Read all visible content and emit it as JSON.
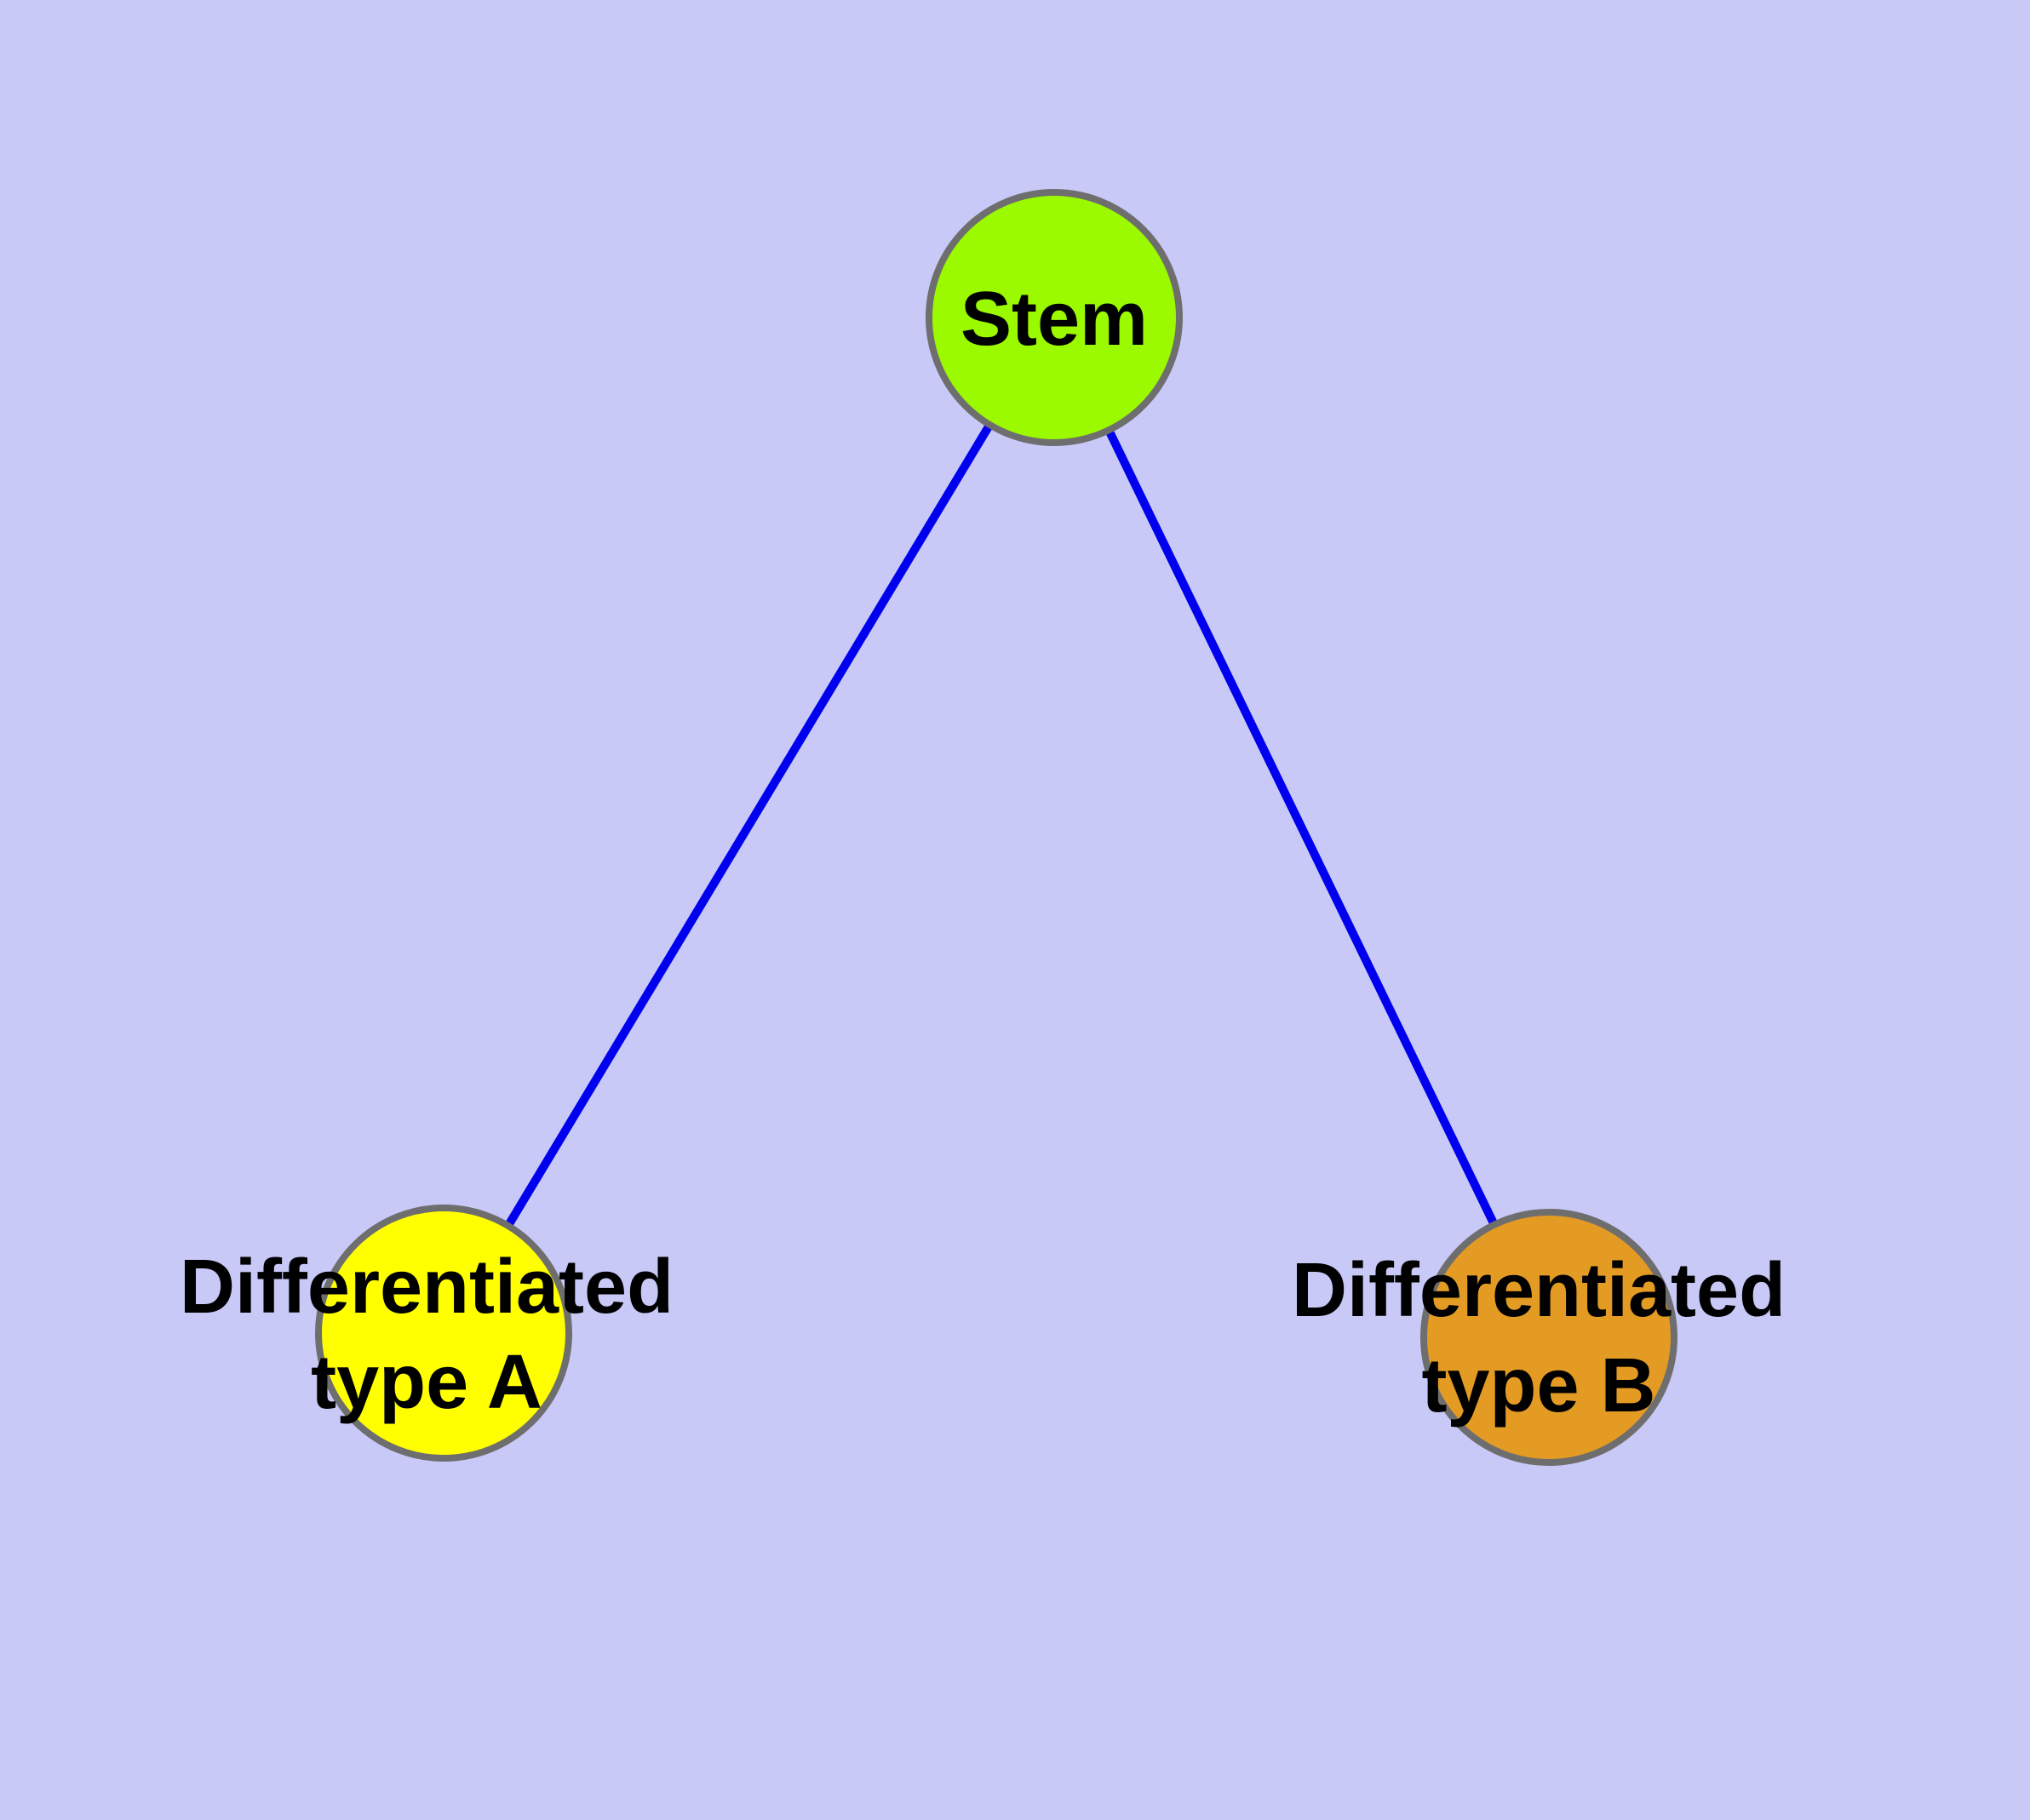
{
  "diagram": {
    "type": "graph",
    "background_color": "#C9C9F8",
    "edge_color": "#0000EE",
    "node_border_color": "#6E6E6E",
    "label_text_color": "#000000",
    "nodes": [
      {
        "id": "stem",
        "label": "Stem",
        "fill": "#9BF900"
      },
      {
        "id": "differentiated-type-a",
        "label": "Differentiated type A",
        "label_line1": "Differentiated",
        "label_line2": "type A",
        "fill": "#FFFF00"
      },
      {
        "id": "differentiated-type-b",
        "label": "Differentiated type B",
        "label_line1": "Differentiated",
        "label_line2": "type B",
        "fill": "#E49B23"
      }
    ],
    "edges": [
      {
        "from": "Stem",
        "to": "Differentiated type A"
      },
      {
        "from": "Stem",
        "to": "Differentiated type B"
      }
    ]
  }
}
